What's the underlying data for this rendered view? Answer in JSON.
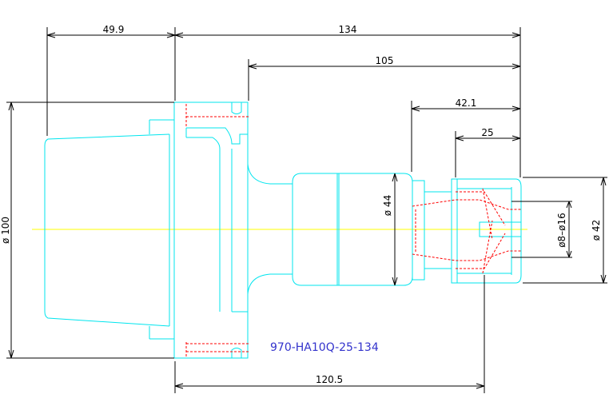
{
  "drawing": {
    "part_number": "970-HA10Q-25-134",
    "colors": {
      "outline": "#00e5ee",
      "hidden": "#ff0000",
      "centerline": "#ffff00",
      "dimension": "#000000",
      "label": "#3333cc"
    }
  },
  "dimensions": {
    "shank_length": "49.9",
    "overall_length": "134",
    "flange_to_nose_length": "105",
    "body_length": "42.1",
    "nut_length": "25",
    "gauge_length": "120.5",
    "flange_diameter": "ø 100",
    "body_diameter": "ø 44",
    "nut_diameter": "ø 42",
    "clamp_range": "ø8–ø16"
  }
}
